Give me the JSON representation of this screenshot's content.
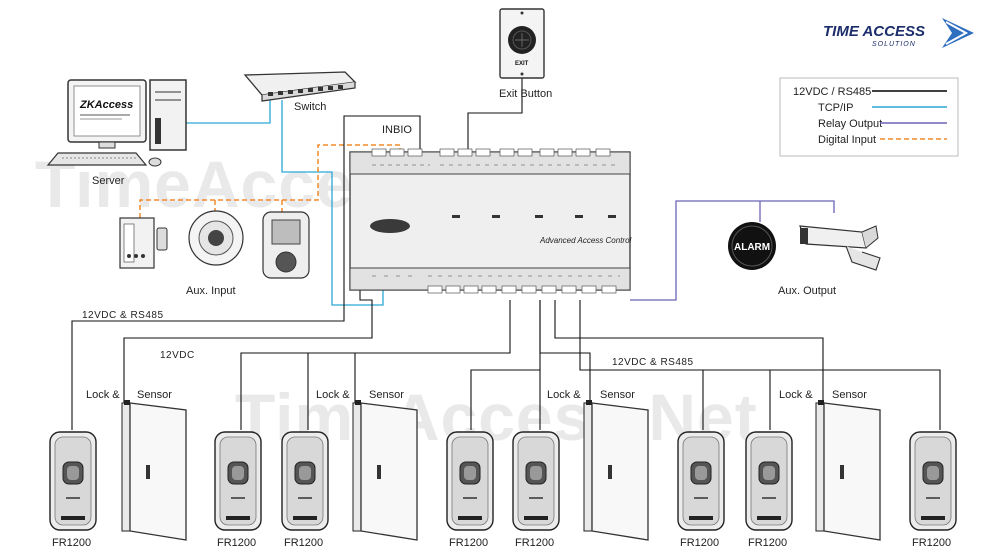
{
  "brand": {
    "logo_text": "TIME ACCESS",
    "logo_sub": "SOLUTION",
    "watermark": "TimeAccess.Net"
  },
  "legend": {
    "items": [
      {
        "label": "12VDC / RS485",
        "color": "#000000",
        "style": "solid"
      },
      {
        "label": "TCP/IP",
        "color": "#2aa7d6",
        "style": "solid"
      },
      {
        "label": "Relay Output",
        "color": "#6b63b5",
        "style": "solid"
      },
      {
        "label": "Digital Input",
        "color": "#f08a2a",
        "style": "dashed"
      }
    ]
  },
  "labels": {
    "server": "Server",
    "switch": "Switch",
    "exit_button": "Exit Button",
    "exit_plate": "EXIT",
    "inbio": "INBIO",
    "controller_text": "Advanced Access Control",
    "aux_input": "Aux. Input",
    "aux_output": "Aux. Output",
    "alarm": "ALARM",
    "bus_left": "12VDC & RS485",
    "power_left": "12VDC",
    "bus_right": "12VDC & RS485",
    "lock": "Lock &",
    "sensor": "Sensor",
    "reader_model": "FR1200",
    "monitor_brand": "ZKAccess"
  },
  "readers": [
    "FR1200",
    "FR1200",
    "FR1200",
    "FR1200",
    "FR1200",
    "FR1200",
    "FR1200",
    "FR1200"
  ],
  "doors": [
    "Lock & Sensor",
    "Lock & Sensor",
    "Lock & Sensor",
    "Lock & Sensor"
  ]
}
